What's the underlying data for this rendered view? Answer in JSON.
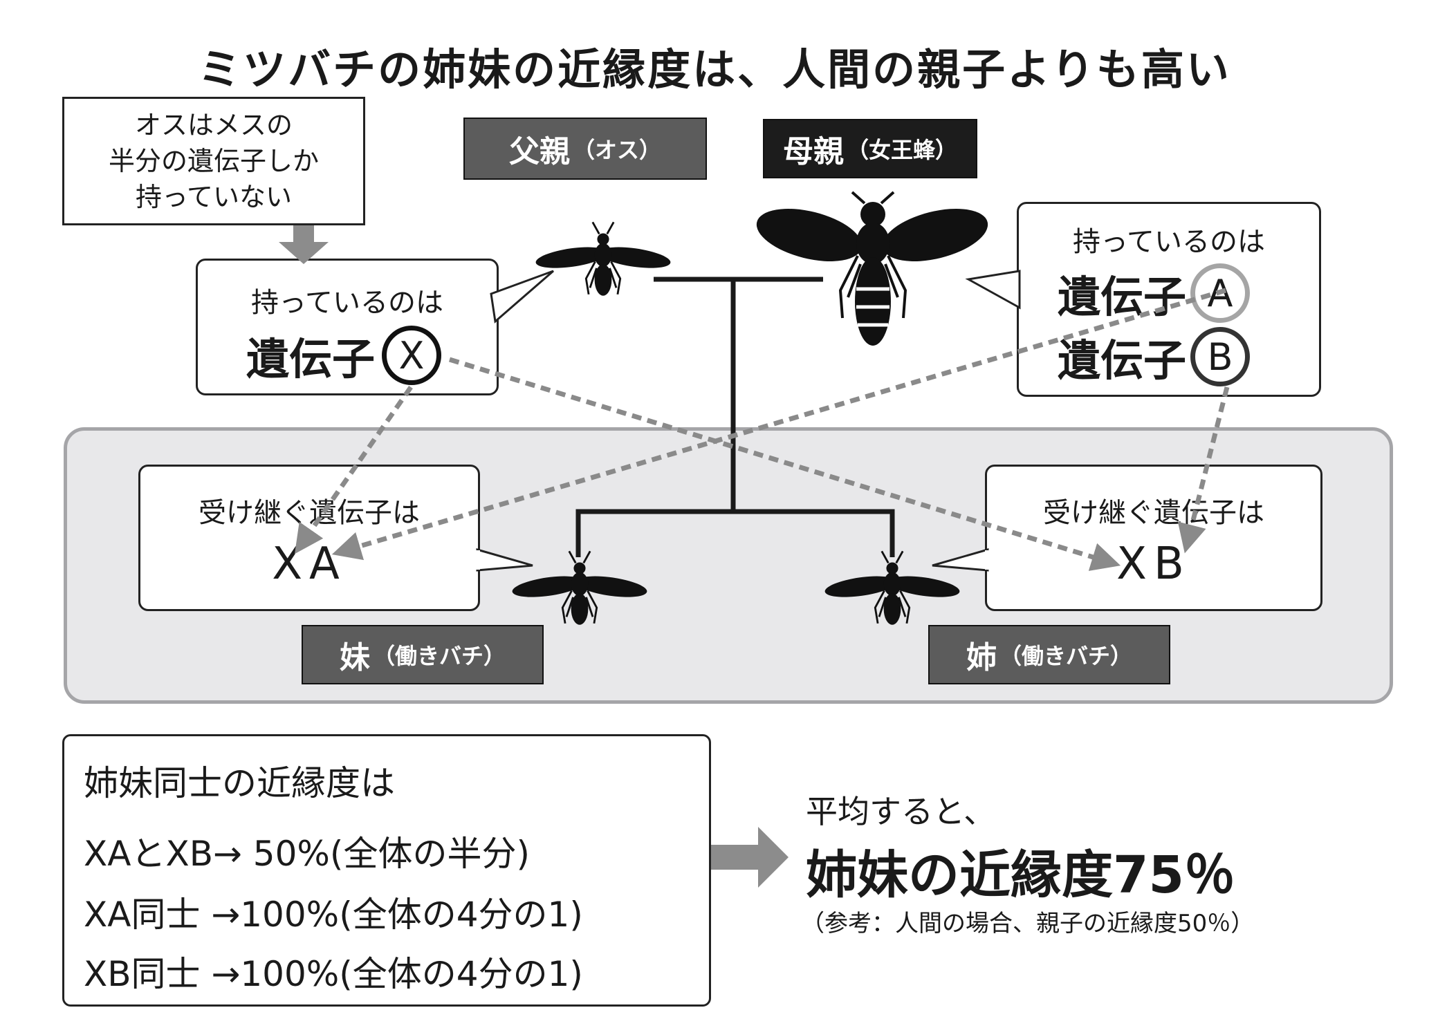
{
  "title": "ミツバチの姉妹の近縁度は、人間の親子よりも高い",
  "note": {
    "line1": "オスはメスの",
    "line2": "半分の遺伝子しか",
    "line3": "持っていない"
  },
  "father": {
    "label": "父親",
    "sub": "（オス）"
  },
  "mother": {
    "label": "母親",
    "sub": "（女王蜂）"
  },
  "father_bubble": {
    "line1": "持っているのは",
    "gene_text": "遺伝子",
    "gene": "X"
  },
  "mother_bubble": {
    "line1": "持っているのは",
    "gene_text_a": "遺伝子",
    "gene_a": "A",
    "gene_text_b": "遺伝子",
    "gene_b": "B"
  },
  "younger": {
    "label": "妹",
    "sub": "（働きバチ）",
    "bubble_line1": "受け継ぐ遺伝子は",
    "genes": "XA"
  },
  "older": {
    "label": "姉",
    "sub": "（働きバチ）",
    "bubble_line1": "受け継ぐ遺伝子は",
    "genes": "XB"
  },
  "summary": {
    "heading": "姉妹同士の近縁度は",
    "rows": [
      "XAとXB→ 50%(全体の半分)",
      "XA同士 →100%(全体の4分の1)",
      "XB同士 →100%(全体の4分の1)"
    ]
  },
  "result": {
    "line1": "平均すると、",
    "line2": "姉妹の近縁度75％",
    "line3": "（参考：人間の場合、親子の近縁度50％）"
  },
  "colors": {
    "dark": "#1c1c1c",
    "gray_label": "#5c5c5c",
    "panel": "#e8e8ea",
    "arrow": "#8c8c8c",
    "dash": "#8a8a8a"
  }
}
